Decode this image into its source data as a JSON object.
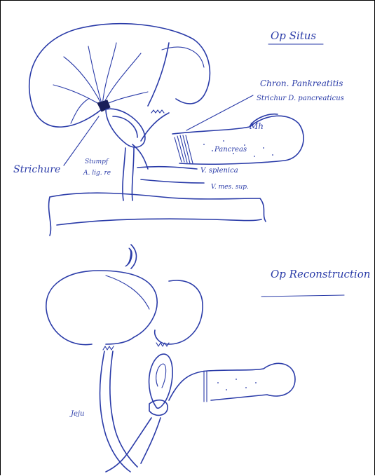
{
  "sketch": {
    "ink_color": "#2a3ba8",
    "background": "#ffffff",
    "top_section": {
      "title": "Op Situs",
      "label_diagnosis_1": "Chron. Pankreatitis",
      "label_diagnosis_2": "Strichur D. pancreaticus",
      "label_stricture": "Strichure",
      "label_stump_1": "Stumpf",
      "label_stump_2": "A. lig. re",
      "label_pancreas": "Pancreas",
      "label_tail": "Mh",
      "label_splenic_vein": "V. splenica",
      "label_mes_vein": "V. mes. sup."
    },
    "divider_mark": ")",
    "bottom_section": {
      "title": "Op Reconstruction",
      "label_jejunum": "Jeju"
    }
  }
}
